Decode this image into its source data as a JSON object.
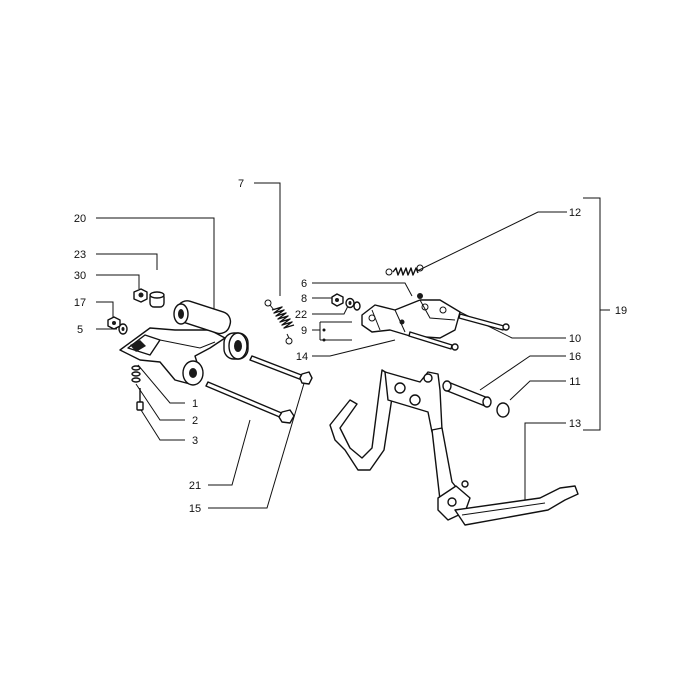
{
  "diagram": {
    "callouts": [
      {
        "id": "c1",
        "text": "1"
      },
      {
        "id": "c2",
        "text": "2"
      },
      {
        "id": "c3",
        "text": "3"
      },
      {
        "id": "c5",
        "text": "5"
      },
      {
        "id": "c6",
        "text": "6"
      },
      {
        "id": "c7",
        "text": "7"
      },
      {
        "id": "c8",
        "text": "8"
      },
      {
        "id": "c9",
        "text": "9"
      },
      {
        "id": "c10",
        "text": "10"
      },
      {
        "id": "c11",
        "text": "11"
      },
      {
        "id": "c12",
        "text": "12"
      },
      {
        "id": "c13",
        "text": "13"
      },
      {
        "id": "c14",
        "text": "14"
      },
      {
        "id": "c15",
        "text": "15"
      },
      {
        "id": "c16",
        "text": "16"
      },
      {
        "id": "c17",
        "text": "17"
      },
      {
        "id": "c19",
        "text": "19"
      },
      {
        "id": "c20",
        "text": "20"
      },
      {
        "id": "c21",
        "text": "21"
      },
      {
        "id": "c22",
        "text": "22"
      },
      {
        "id": "c23",
        "text": "23"
      },
      {
        "id": "c30",
        "text": "30"
      }
    ]
  }
}
